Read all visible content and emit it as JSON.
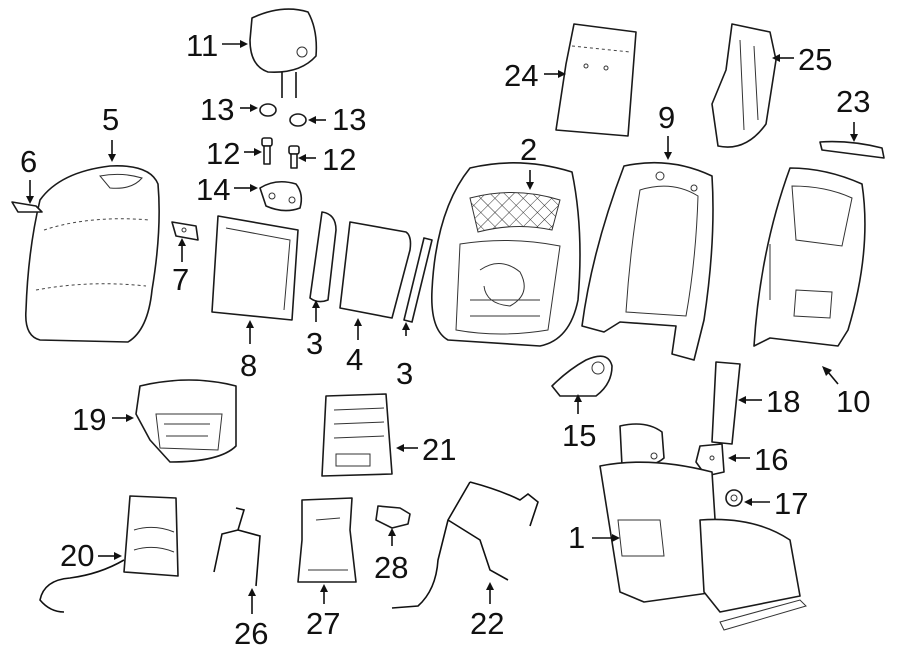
{
  "diagram": {
    "callouts": [
      {
        "id": "c1",
        "label": "1"
      },
      {
        "id": "c2",
        "label": "2"
      },
      {
        "id": "c3a",
        "label": "3"
      },
      {
        "id": "c3b",
        "label": "3"
      },
      {
        "id": "c4",
        "label": "4"
      },
      {
        "id": "c5",
        "label": "5"
      },
      {
        "id": "c6",
        "label": "6"
      },
      {
        "id": "c7",
        "label": "7"
      },
      {
        "id": "c8",
        "label": "8"
      },
      {
        "id": "c9",
        "label": "9"
      },
      {
        "id": "c10",
        "label": "10"
      },
      {
        "id": "c11",
        "label": "11"
      },
      {
        "id": "c12a",
        "label": "12"
      },
      {
        "id": "c12b",
        "label": "12"
      },
      {
        "id": "c13a",
        "label": "13"
      },
      {
        "id": "c13b",
        "label": "13"
      },
      {
        "id": "c14",
        "label": "14"
      },
      {
        "id": "c15",
        "label": "15"
      },
      {
        "id": "c16",
        "label": "16"
      },
      {
        "id": "c17",
        "label": "17"
      },
      {
        "id": "c18",
        "label": "18"
      },
      {
        "id": "c19",
        "label": "19"
      },
      {
        "id": "c20",
        "label": "20"
      },
      {
        "id": "c21",
        "label": "21"
      },
      {
        "id": "c22",
        "label": "22"
      },
      {
        "id": "c23",
        "label": "23"
      },
      {
        "id": "c24",
        "label": "24"
      },
      {
        "id": "c25",
        "label": "25"
      },
      {
        "id": "c26",
        "label": "26"
      },
      {
        "id": "c27",
        "label": "27"
      },
      {
        "id": "c28",
        "label": "28"
      }
    ]
  }
}
